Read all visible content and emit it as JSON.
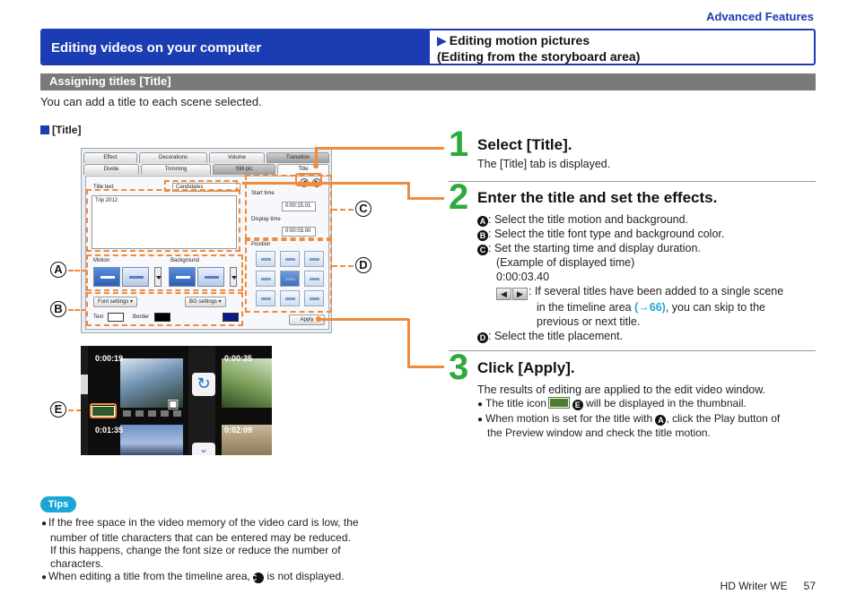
{
  "section": "Advanced Features",
  "header": {
    "left": "Editing videos on your computer",
    "right_line1": "Editing motion pictures",
    "right_line2": "(Editing from the storyboard area)"
  },
  "subheading": "Assigning titles [Title]",
  "intro": "You can add a title to each scene selected.",
  "title_tag": "[Title]",
  "editor": {
    "tabs_top": [
      "Effect",
      "Decorations",
      "Volume",
      "Transition"
    ],
    "tabs_bottom": [
      "Divide",
      "Trimming",
      "Still pic",
      "Title"
    ],
    "title_text_label": "Title text",
    "title_text_dropdown": "Candidates",
    "title_text_value": "Trip 2012",
    "start_time_label": "Start time",
    "start_time_value": "0:00:15.01",
    "display_time_label": "Display time",
    "display_time_value": "0:00:03.00",
    "position_label": "Position",
    "motion_label": "Motion",
    "background_label": "Background",
    "font_settings": "Font settings",
    "bg_settings": "BG settings",
    "text_label": "Text",
    "border_label": "Border",
    "apply": "Apply"
  },
  "timeline": {
    "timecodes": [
      "0:00:19",
      "0:00:35",
      "0:01:35",
      "0:02:09"
    ]
  },
  "callouts": [
    "A",
    "B",
    "C",
    "D",
    "E"
  ],
  "steps": [
    {
      "number": "1",
      "title": "Select [Title].",
      "text": "The [Title] tab is displayed."
    },
    {
      "number": "2",
      "title": "Enter the title and set the effects.",
      "a_text": ": Select the title motion and background.",
      "b_text": ": Select the title font type and background color.",
      "c_text": ": Set the starting time and display duration.",
      "c_example": "(Example of displayed time)",
      "c_example_value": "0:00:03.40",
      "nav_text_1": ": If several titles have been added to a single scene",
      "nav_text_2": "in the timeline area ",
      "nav_link": "(→66)",
      "nav_text_3": ", you can skip to the",
      "nav_text_4": "previous or next title.",
      "d_text": ": Select the title placement."
    },
    {
      "number": "3",
      "title": "Click [Apply].",
      "text": "The results of editing are applied to the edit video window.",
      "bullet1_a": "The title icon ",
      "bullet1_b": " will be displayed in the thumbnail.",
      "bullet2_a": "When motion is set for the title with ",
      "bullet2_b": ", click the Play button of",
      "bullet2_c": "the Preview window and check the title motion."
    }
  ],
  "tips": {
    "badge": "Tips",
    "tip1_line1": "If the free space in the video memory of the video card is low, the",
    "tip1_line2": "number of title characters that can be entered may be reduced.",
    "tip1_line3": "If this happens, change the font size or reduce the number of",
    "tip1_line4": "characters.",
    "tip2_a": "When editing a title from the timeline area, ",
    "tip2_b": " is not displayed."
  },
  "footer": {
    "product": "HD Writer WE",
    "page": "57"
  },
  "colors": {
    "brand_blue": "#1c3cb4",
    "step_green": "#2eaa3d",
    "annotation_orange": "#f08a3c",
    "tips_cyan": "#1aa6d6",
    "link_cyan": "#20a6d8"
  }
}
